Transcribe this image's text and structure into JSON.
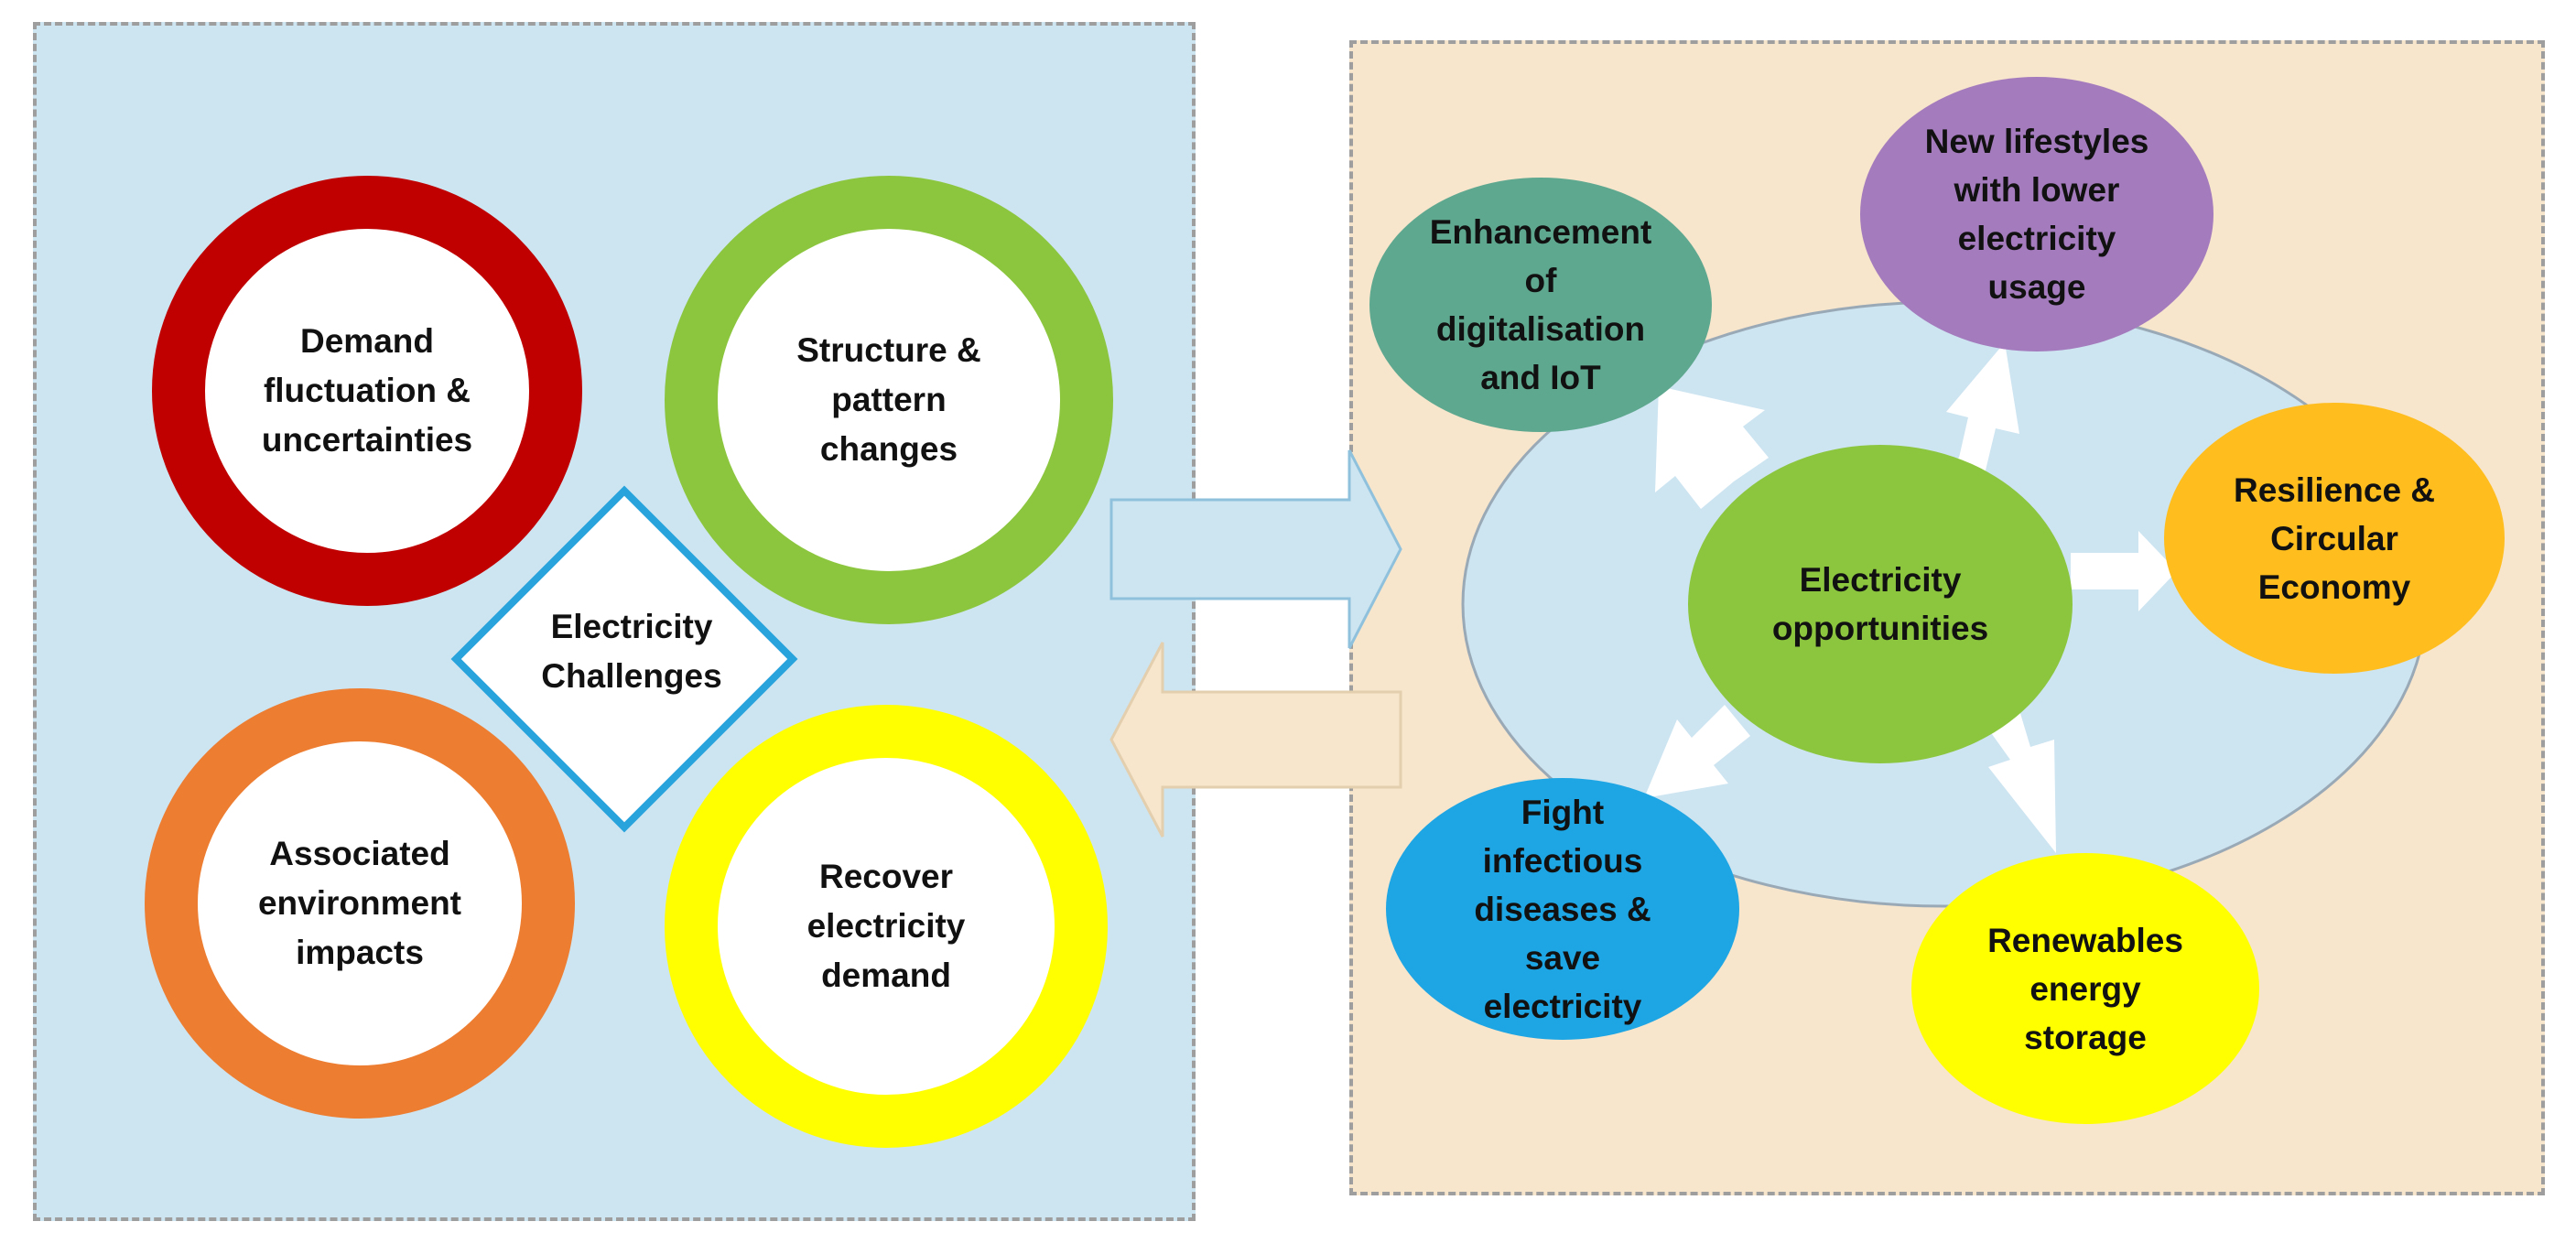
{
  "challenges": {
    "center_label": "Electricity\nChallenges",
    "items": [
      {
        "label": "Demand\nfluctuation &\nuncertainties",
        "color": "#c00000"
      },
      {
        "label": "Structure &\npattern\nchanges",
        "color": "#8cc63f"
      },
      {
        "label": "Associated\nenvironment\nimpacts",
        "color": "#ed7d31"
      },
      {
        "label": "Recover\nelectricity\ndemand",
        "color": "#ffff00"
      }
    ],
    "panel_color": "#cde4f1",
    "diamond_border_color": "#29a3dc"
  },
  "opportunities": {
    "center_label": "Electricity\nopportunities",
    "items": [
      {
        "label": "Enhancement\nof\ndigitalisation\nand IoT",
        "color": "#5fa890"
      },
      {
        "label": "New lifestyles\nwith lower\nelectricity\nusage",
        "color": "#a47bbd"
      },
      {
        "label": "Resilience &\nCircular\nEconomy",
        "color": "#ffbe1e"
      },
      {
        "label": "Fight\ninfectious\ndiseases &\nsave\nelectricity",
        "color": "#1ea5e3"
      },
      {
        "label": "Renewables\nenergy\nstorage",
        "color": "#ffff00"
      }
    ],
    "panel_color": "#f7e5cc",
    "ellipse_color": "#cde4f1"
  }
}
